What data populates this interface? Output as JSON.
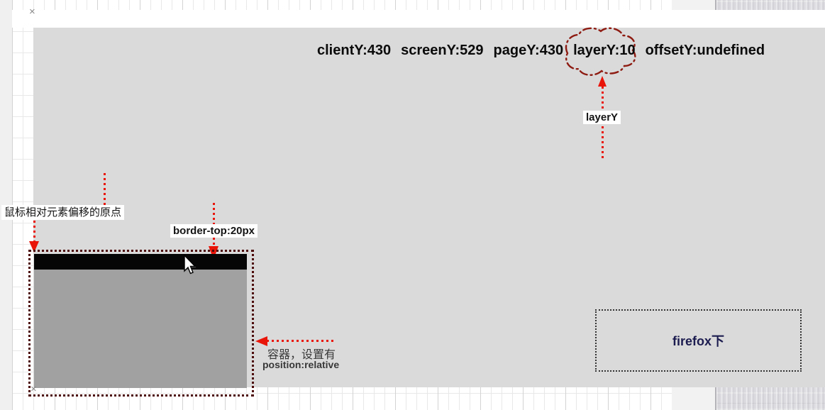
{
  "colors": {
    "canvas_bg": "#dadada",
    "inner_box_gray": "#a1a1a1",
    "border_black": "#060606",
    "annotation_red": "#ea1509",
    "cloud_stroke": "#8e1b12",
    "container_outline": "#4c0807",
    "firefox_text": "#1c1c50"
  },
  "readout": {
    "client_y": "clientY:430",
    "screen_y": "screenY:529",
    "page_y": "pageY:430",
    "layer_y": "layerY:10",
    "offset_y": "offsetY:undefined"
  },
  "annotations": {
    "layer_y_pointer": "layerY",
    "offset_origin": "鼠标相对元素偏移的原点",
    "border_top": "border-top:20px",
    "container_line1": "容器，设置有",
    "container_line2": "position:relative",
    "firefox_note": "firefox下"
  },
  "markers": {
    "cross": "×"
  }
}
